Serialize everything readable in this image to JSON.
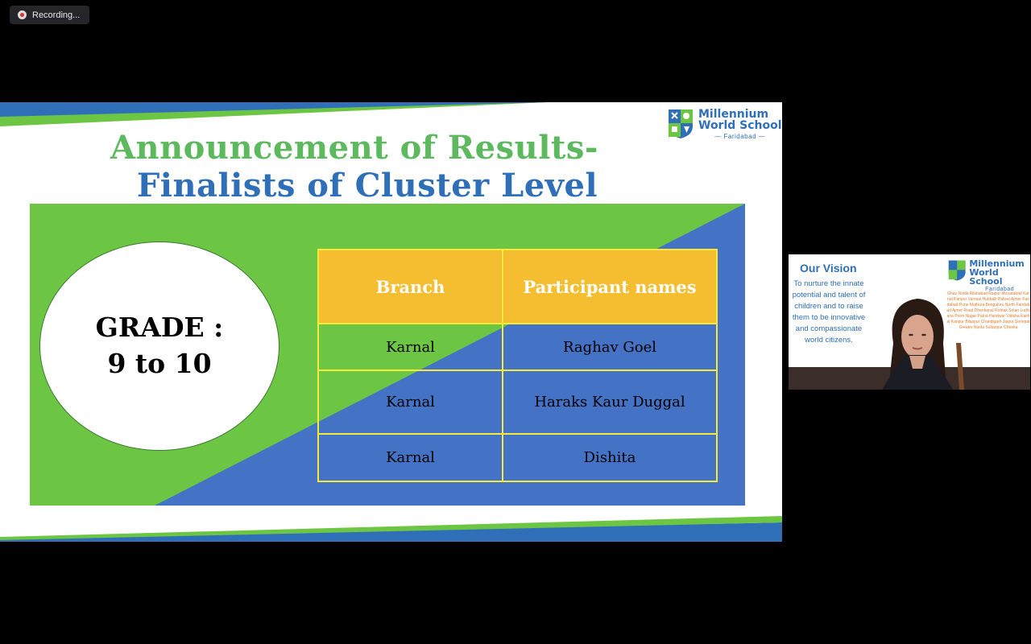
{
  "recording": {
    "label": "Recording..."
  },
  "slide": {
    "title_line1": "Announcement of Results-",
    "title_line2": "Finalists of  Cluster Level",
    "logo": {
      "line1": "Millennium",
      "line2": "World School",
      "line3": "— Faridabad —"
    },
    "grade": {
      "line1": "GRADE :",
      "line2": "9 to 10"
    },
    "table": {
      "headers": [
        "Branch",
        "Participant names"
      ],
      "rows": [
        {
          "branch": "Karnal",
          "name": "Raghav  Goel"
        },
        {
          "branch": "Karnal",
          "name": "Haraks Kaur Duggal"
        },
        {
          "branch": "Karnal",
          "name": "Dishita"
        }
      ]
    },
    "colors": {
      "green": "#6cc644",
      "blue": "#4472c4",
      "header": "#f5be31",
      "border": "#f7e93a"
    }
  },
  "webcam": {
    "vision_title": "Our Vision",
    "vision_text": "To nurture the innate potential and talent of children and to raise them to be innovative and compassionate world citizens.",
    "logo": {
      "line1": "Millennium",
      "line2": "World School",
      "line3": "Faridabad"
    },
    "wordcloud": "Ghaz Noida Allahabad Raipur Moradabad Karnal Kanpur Varnasi Hubballi Palwal Ajmer Faridabad Pune Mathura Bengaluru North Faridabad Ajmer Road Dhenkanal Rohtak Solan Ludhiana Prem Nagar Patna Haridwar Vidisha Kaithal Kanpur Bilaspur Chandigarh Jaipur Sonepat Greater Noida Sultanpur Cheeka"
  }
}
